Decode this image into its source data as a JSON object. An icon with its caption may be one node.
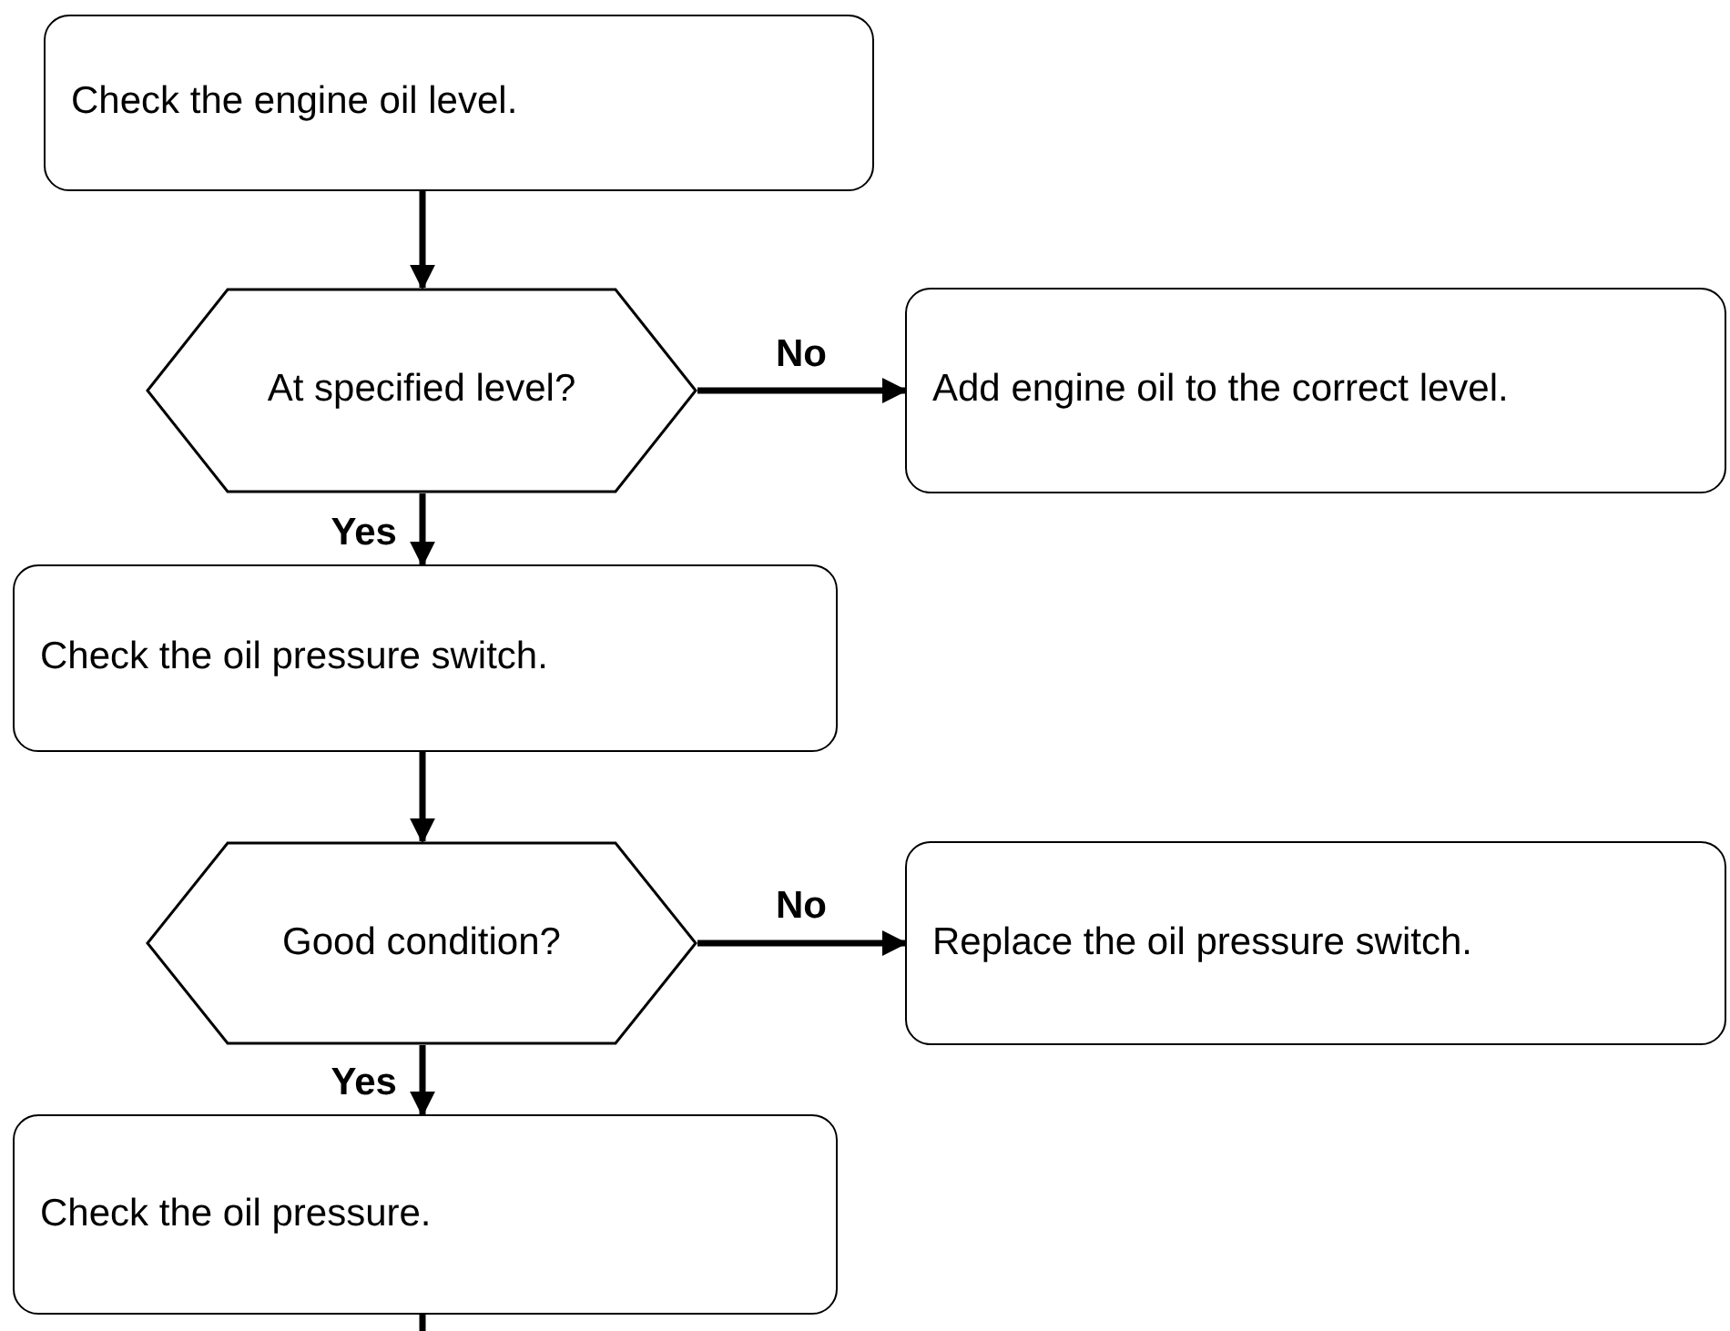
{
  "diagram": {
    "nodes": [
      {
        "text": [
          "Check the engine oil level."
        ]
      },
      {
        "text": [
          "At specified level?"
        ]
      },
      {
        "text": [
          "Add engine oil to the correct level."
        ]
      },
      {
        "text": [
          "Check the oil pressure switch."
        ]
      },
      {
        "text": [
          "Good condition?"
        ]
      },
      {
        "text": [
          "Replace the oil pressure switch."
        ]
      },
      {
        "text": [
          "Check the oil pressure."
        ]
      }
    ],
    "edges": [
      {
        "from": 0,
        "to": 1,
        "arrow": "to"
      },
      {
        "from": 1,
        "to": 2,
        "arrow": "to",
        "label": "No"
      },
      {
        "from": 1,
        "to": 3,
        "arrow": "to",
        "label": "Yes"
      },
      {
        "from": 3,
        "to": 4,
        "arrow": "to"
      },
      {
        "from": 4,
        "to": 5,
        "arrow": "to",
        "label": "No"
      },
      {
        "from": 4,
        "to": 6,
        "arrow": "to",
        "label": "Yes"
      },
      {
        "from": 6,
        "to": null,
        "arrow": "none"
      }
    ]
  }
}
